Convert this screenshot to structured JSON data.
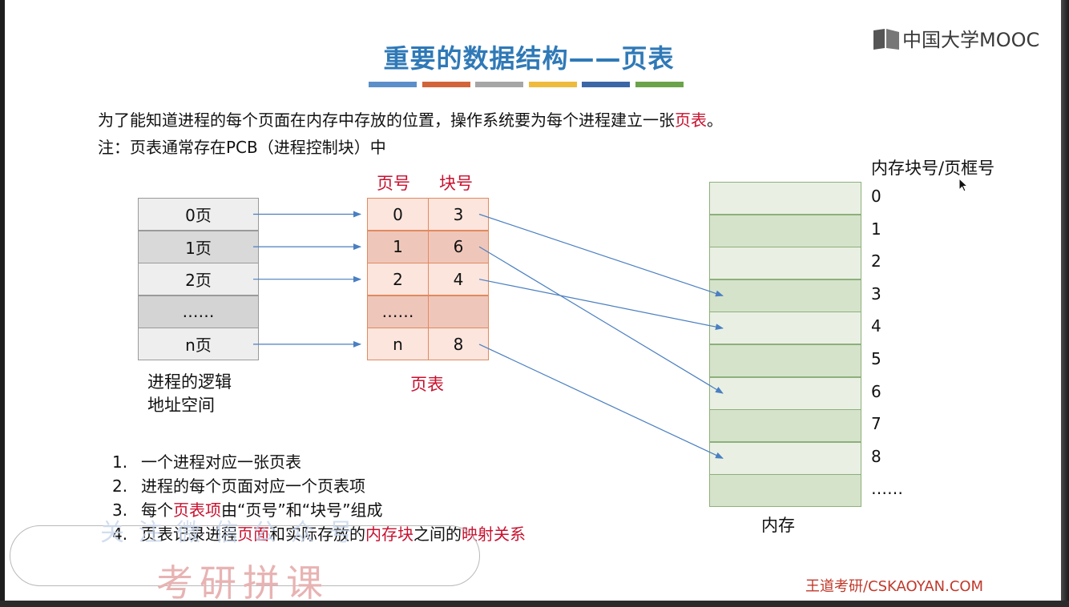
{
  "brand": "中国大学MOOC",
  "title": "重要的数据结构——页表",
  "title_bar_colors": [
    "#5b8fc9",
    "#d2643a",
    "#a6a6a6",
    "#eebb3c",
    "#3b67a7",
    "#6ba34a"
  ],
  "intro": {
    "before": "为了能知道进程的每个页面在内存中存放的位置，操作系统要为每个进程建立一张",
    "highlight": "页表",
    "after": "。"
  },
  "note": "注：页表通常存在PCB（进程控制块）中",
  "logical_space": {
    "pages": [
      "0页",
      "1页",
      "2页",
      "……",
      "n页"
    ],
    "caption_line1": "进程的逻辑",
    "caption_line2": "地址空间"
  },
  "page_table": {
    "header_page": "页号",
    "header_block": "块号",
    "rows": [
      {
        "page": "0",
        "block": "3"
      },
      {
        "page": "1",
        "block": "6"
      },
      {
        "page": "2",
        "block": "4"
      },
      {
        "page": "……",
        "block": ""
      },
      {
        "page": "n",
        "block": "8"
      }
    ],
    "caption": "页表"
  },
  "memory": {
    "header": "内存块号/页框号",
    "blocks": [
      "0",
      "1",
      "2",
      "3",
      "4",
      "5",
      "6",
      "7",
      "8",
      "……"
    ],
    "caption": "内存"
  },
  "points": [
    {
      "num": "1.",
      "parts": [
        {
          "text": "一个进程对应一张页表",
          "red": false
        }
      ]
    },
    {
      "num": "2.",
      "parts": [
        {
          "text": "进程的每个页面对应一个页表项",
          "red": false
        }
      ]
    },
    {
      "num": "3.",
      "parts": [
        {
          "text": "每个",
          "red": false
        },
        {
          "text": "页表项",
          "red": true
        },
        {
          "text": "由“页号”和“块号”组成",
          "red": false
        }
      ]
    },
    {
      "num": "4.",
      "parts": [
        {
          "text": "页表记录进程",
          "red": false
        },
        {
          "text": "页面",
          "red": true
        },
        {
          "text": "和实际存放的",
          "red": false
        },
        {
          "text": "内存块",
          "red": true
        },
        {
          "text": "之间的",
          "red": false
        },
        {
          "text": "映射关系",
          "red": true
        }
      ]
    }
  ],
  "watermark": "考研拼课",
  "watermark_overlay": "关 注 微 信 公 众 号",
  "footer": "王道考研/CSKAOYAN.COM"
}
